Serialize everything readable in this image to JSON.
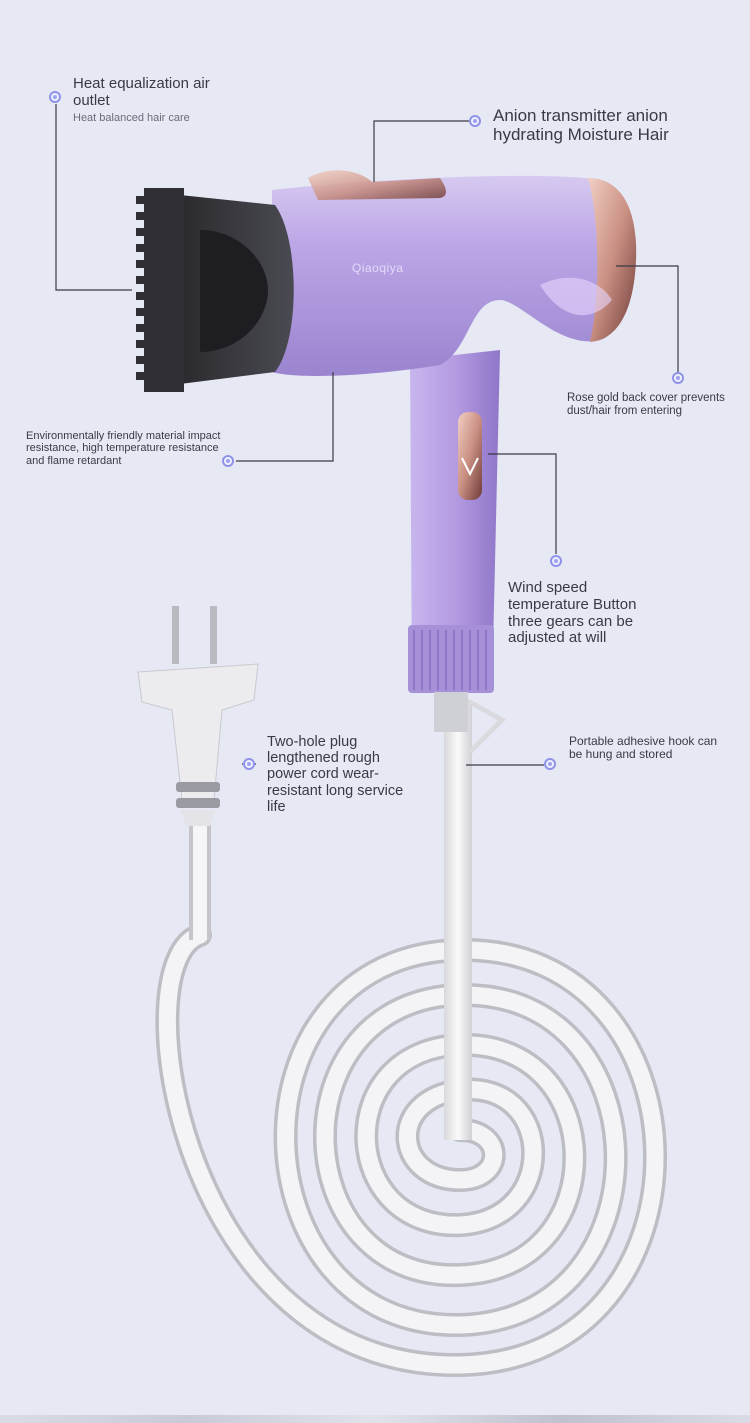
{
  "brand_mark": "Qiaoqiya",
  "callouts": {
    "heat_outlet": {
      "title": "Heat equalization air outlet",
      "subtitle": "Heat balanced hair care"
    },
    "anion": {
      "title": "Anion transmitter anion hydrating Moisture Hair"
    },
    "back_cover": {
      "title": "Rose gold back cover prevents dust/hair from entering"
    },
    "material": {
      "title": "Environmentally friendly material impact resistance, high temperature resistance and flame retardant"
    },
    "button": {
      "title": "Wind speed temperature Button three gears can be adjusted at will"
    },
    "plug": {
      "title": "Two-hole plug lengthened rough power cord wear-resistant long service life"
    },
    "hook": {
      "title": "Portable adhesive hook can be hung and stored"
    }
  },
  "colors": {
    "background": "#e6e8f4",
    "dryer_body": "#b49de0",
    "rose_gold": "#d9a99a",
    "cord": "#f1f1f1",
    "callout_dot": "#8f93e8"
  }
}
